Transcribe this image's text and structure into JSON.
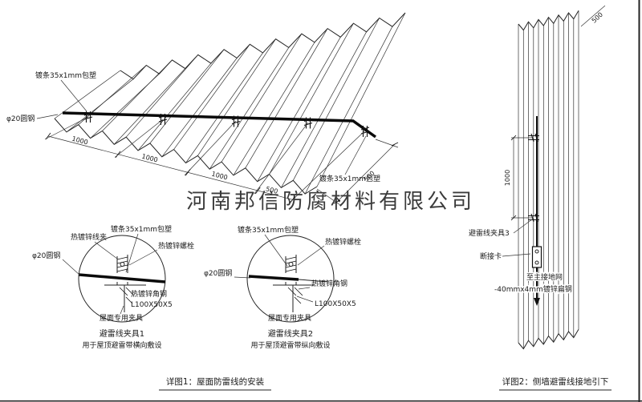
{
  "colors": {
    "ink": "#1a1a1a",
    "red": "#cc2222",
    "watermark": "#a8a8a8"
  },
  "watermark": "河南邦信防腐材料有限公司",
  "roof_view": {
    "label_strip_top": "镀条35x1mm包塑",
    "label_round_steel": "φ20圆钢",
    "label_strip_bottom": "镀条35x1mm包塑",
    "dims": [
      "1000",
      "1000",
      "1000",
      "500",
      "500"
    ]
  },
  "detail1": {
    "labels": {
      "wire_clamp": "热镀锌线夹",
      "strip": "镀条35x1mm包塑",
      "bolt": "热镀锌螺栓",
      "round_steel": "φ20圆钢",
      "angle_steel": "热镀锌角钢",
      "angle_size": "L100X50X5",
      "roof_clamp": "屋面专用夹具"
    },
    "title": "避雷线夹具1",
    "subtitle": "用于屋顶避雷带横向敷设"
  },
  "detail2": {
    "labels": {
      "strip": "镀条35x1mm包塑",
      "bolt": "热镀锌螺栓",
      "round_steel": "φ20圆钢",
      "angle_steel": "热镀锌角钢",
      "angle_size": "L100X50X5",
      "roof_clamp": "屋面专用夹具"
    },
    "title": "避雷线夹具2",
    "subtitle": "用于屋顶避雷带纵向敷设"
  },
  "wall_view": {
    "labels": {
      "clamp3": "避雷线夹具3",
      "disconnect_card": "断接卡",
      "to_ground": "至主接地网",
      "flat_steel": "-40mmx4mm镀锌扁钢"
    },
    "dims": [
      "1000",
      "500"
    ]
  },
  "captions": {
    "figure1": "详图1：屋面防雷线的安装",
    "figure2": "详图2：侧墙避雷线接地引下"
  }
}
